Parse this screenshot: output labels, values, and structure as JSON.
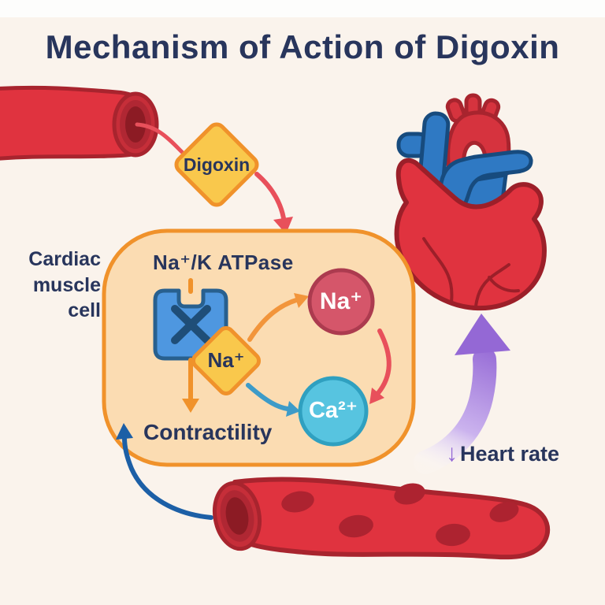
{
  "title": "Mechanism of Action of Digoxin",
  "drug": {
    "label": "Digoxin"
  },
  "cell": {
    "label": "Cardiac muscle cell",
    "atpase_label": "Na⁺/K ATPase",
    "na_blocked_label": "Na⁺",
    "na_ion_label": "Na⁺",
    "ca_ion_label": "Ca²⁺",
    "contractility_label": "Contractility"
  },
  "heart_rate": {
    "arrow": "↓",
    "label": "Heart rate"
  },
  "colors": {
    "background": "#FAF3EC",
    "text_navy": "#28355C",
    "cell_fill": "#FBDCB2",
    "cell_border_orange": "#F0922B",
    "diamond_yellow": "#F9C84C",
    "pump_blue": "#4E97E0",
    "pump_border": "#28608F",
    "vessel_red": "#E0333F",
    "vessel_dark_red": "#A8242E",
    "arrow_red": "#E8505B",
    "na_circle_fill": "#D5566A",
    "na_circle_border": "#AC3B4F",
    "ca_circle_fill": "#57C4E0",
    "ca_circle_border": "#2FA0C0",
    "arrow_teal": "#3D9BC8",
    "arrow_dark_blue": "#1C5FA6",
    "purple": "#9468D5",
    "heart_vessel_blue": "#2F79C3"
  }
}
